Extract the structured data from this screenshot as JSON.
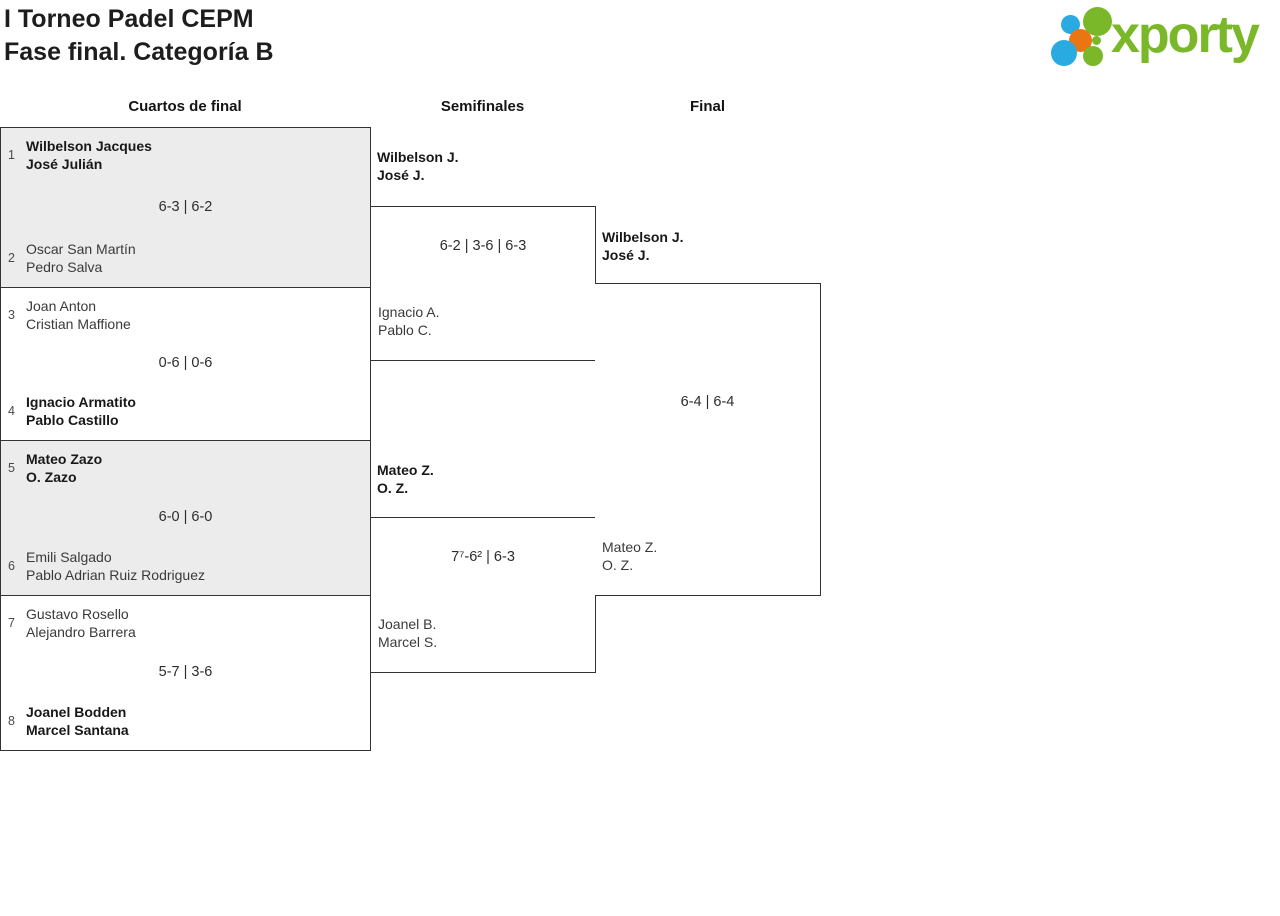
{
  "header": {
    "title_line1": "I Torneo Padel CEPM",
    "title_line2": "Fase final. Categoría B"
  },
  "logo": {
    "text": "xporty",
    "brand_green": "#7ab829",
    "brand_blue": "#29abe2",
    "brand_orange": "#ea7513"
  },
  "colors": {
    "box_border": "#333333",
    "shaded_box_background": "#ececec",
    "winner_text": "#181818",
    "regular_text": "#3a3a3a"
  },
  "columns": [
    {
      "label": "Cuartos de final"
    },
    {
      "label": "Semifinales"
    },
    {
      "label": "Final"
    }
  ],
  "quarterfinals": [
    {
      "top": {
        "seed": "1",
        "players": [
          "Wilbelson Jacques",
          "José Julián"
        ],
        "winner": true
      },
      "score": "6-3 | 6-2",
      "bottom": {
        "seed": "2",
        "players": [
          "Oscar San Martín",
          "Pedro Salva"
        ],
        "winner": false
      }
    },
    {
      "top": {
        "seed": "3",
        "players": [
          "Joan Anton",
          "Cristian Maffione"
        ],
        "winner": false
      },
      "score": "0-6 | 0-6",
      "bottom": {
        "seed": "4",
        "players": [
          "Ignacio Armatito",
          "Pablo Castillo"
        ],
        "winner": true
      }
    },
    {
      "top": {
        "seed": "5",
        "players": [
          "Mateo Zazo",
          "O. Zazo"
        ],
        "winner": true
      },
      "score": "6-0 | 6-0",
      "bottom": {
        "seed": "6",
        "players": [
          "Emili Salgado",
          "Pablo Adrian Ruiz Rodriguez"
        ],
        "winner": false
      }
    },
    {
      "top": {
        "seed": "7",
        "players": [
          "Gustavo Rosello",
          "Alejandro Barrera"
        ],
        "winner": false
      },
      "score": "5-7 | 3-6",
      "bottom": {
        "seed": "8",
        "players": [
          "Joanel Bodden",
          "Marcel Santana"
        ],
        "winner": true
      }
    }
  ],
  "semifinals": [
    {
      "advancing": {
        "players": [
          "Wilbelson J.",
          "José J."
        ],
        "winner": true
      },
      "score": "6-2 | 3-6 | 6-3",
      "opponent": {
        "players": [
          "Ignacio A.",
          "Pablo C."
        ],
        "winner": false
      }
    },
    {
      "advancing": {
        "players": [
          "Mateo Z.",
          "O. Z."
        ],
        "winner": true
      },
      "score": "7⁷-6² | 6-3",
      "opponent": {
        "players": [
          "Joanel B.",
          "Marcel S."
        ],
        "winner": false
      }
    }
  ],
  "final": {
    "top": {
      "players": [
        "Wilbelson J.",
        "José J."
      ],
      "winner": true
    },
    "score": "6-4 | 6-4",
    "bottom": {
      "players": [
        "Mateo Z.",
        "O. Z."
      ],
      "winner": false
    }
  }
}
